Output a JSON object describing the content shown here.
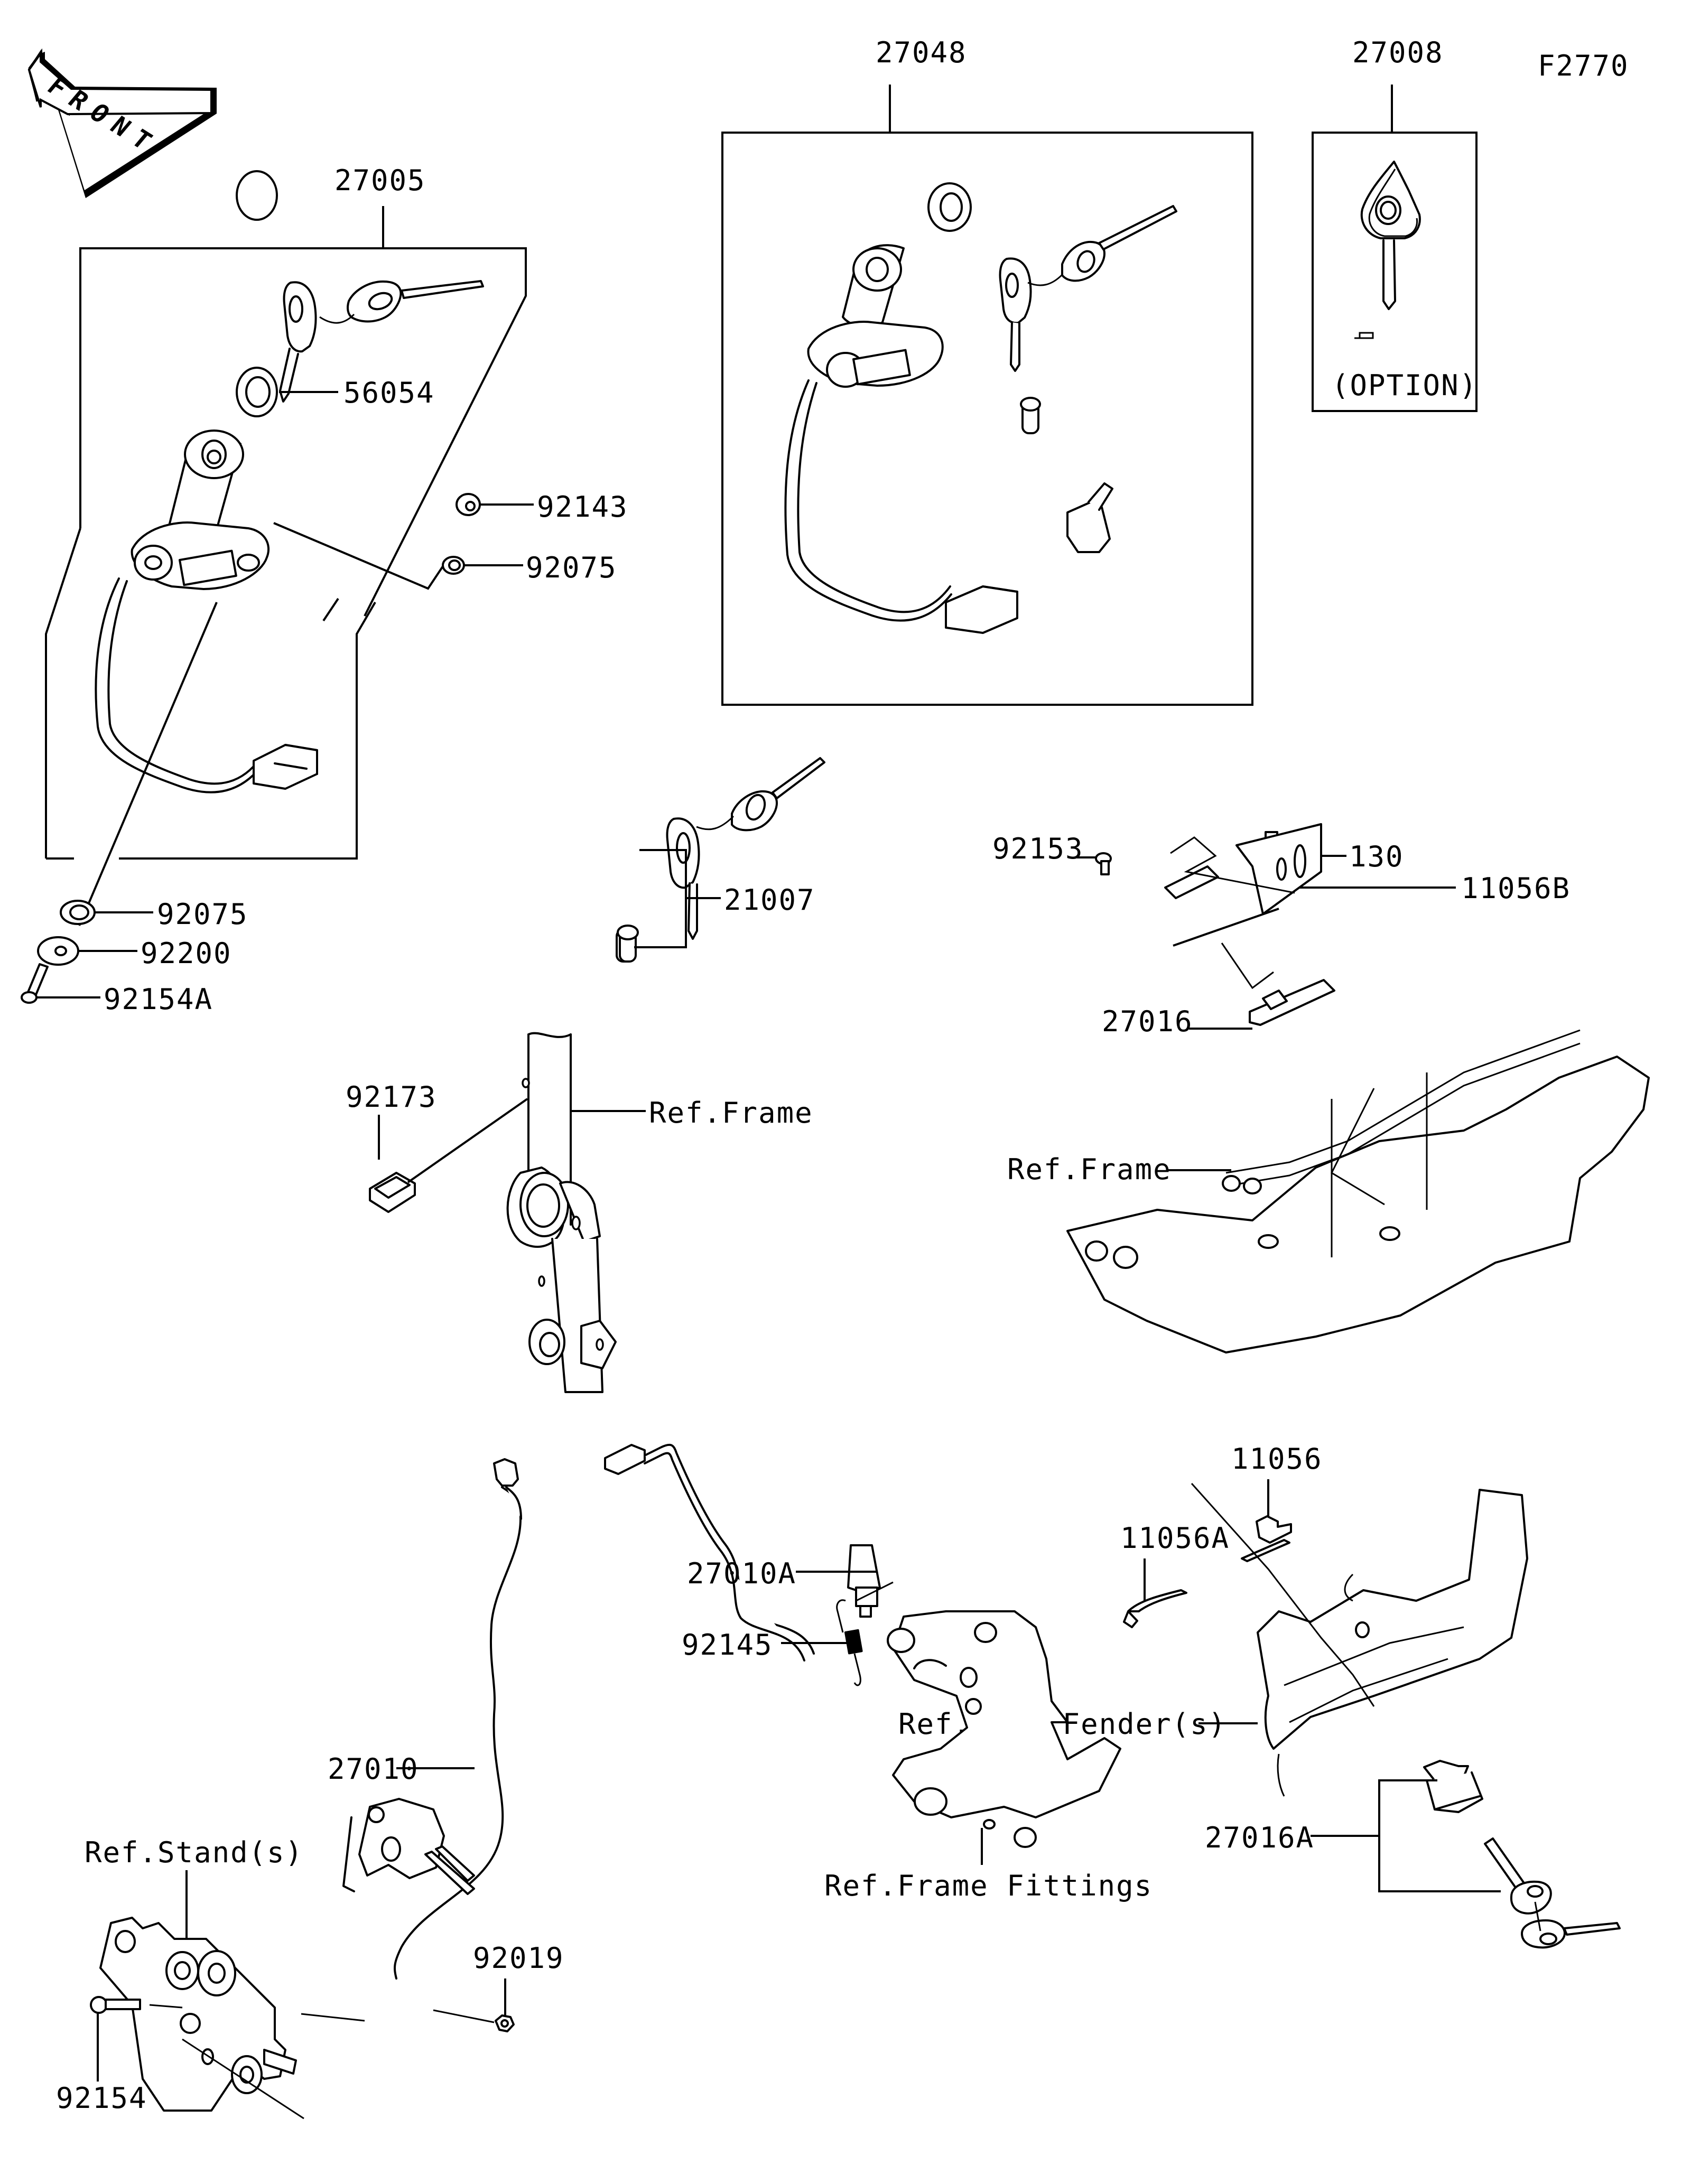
{
  "diagram": {
    "figure_id": "F2770",
    "front_arrow": "FRONT",
    "option_note": "(OPTION)",
    "callouts": {
      "c27005": "27005",
      "c56054": "56054",
      "c92143": "92143",
      "c92075a": "92075",
      "c92075b": "92075",
      "c92200": "92200",
      "c92154A": "92154A",
      "c27048": "27048",
      "c27008": "27008",
      "c21007": "21007",
      "c92153": "92153",
      "c130": "130",
      "c11056B": "11056B",
      "c27016": "27016",
      "c92173": "92173",
      "c11056": "11056",
      "c11056A": "11056A",
      "c27016A": "27016A",
      "c27010": "27010",
      "c27010A": "27010A",
      "c92145": "92145",
      "c92019": "92019",
      "c92154": "92154"
    },
    "references": {
      "frame_upper": "Ref.Frame",
      "frame_right": "Ref.Frame",
      "rear_fender": "Ref.Rear Fender(s)",
      "stand": "Ref.Stand(s)",
      "frame_fittings": "Ref.Frame Fittings"
    }
  }
}
